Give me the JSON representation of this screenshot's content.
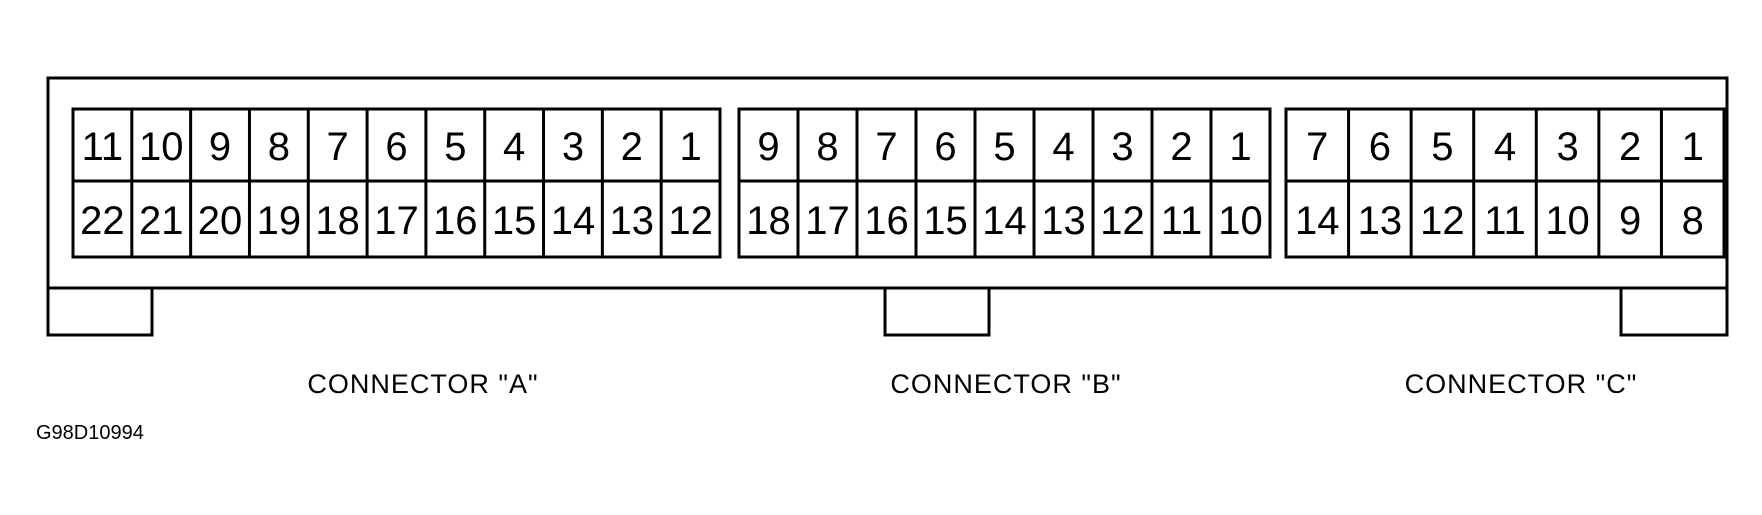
{
  "diagram": {
    "figure_code": "G98D10994",
    "connectors": [
      {
        "label": "CONNECTOR \"A\"",
        "top_row": [
          "11",
          "10",
          "9",
          "8",
          "7",
          "6",
          "5",
          "4",
          "3",
          "2",
          "1"
        ],
        "bottom_row": [
          "22",
          "21",
          "20",
          "19",
          "18",
          "17",
          "16",
          "15",
          "14",
          "13",
          "12"
        ]
      },
      {
        "label": "CONNECTOR \"B\"",
        "top_row": [
          "9",
          "8",
          "7",
          "6",
          "5",
          "4",
          "3",
          "2",
          "1"
        ],
        "bottom_row": [
          "18",
          "17",
          "16",
          "15",
          "14",
          "13",
          "12",
          "11",
          "10"
        ]
      },
      {
        "label": "CONNECTOR \"C\"",
        "top_row": [
          "7",
          "6",
          "5",
          "4",
          "3",
          "2",
          "1"
        ],
        "bottom_row": [
          "14",
          "13",
          "12",
          "11",
          "10",
          "9",
          "8"
        ]
      }
    ]
  },
  "colors": {
    "line": "#000000",
    "background": "#ffffff"
  }
}
